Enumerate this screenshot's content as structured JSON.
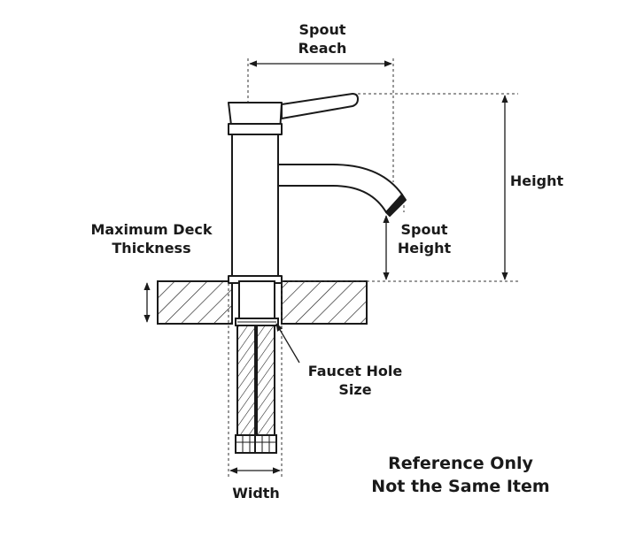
{
  "labels": {
    "spout_reach": [
      "Spout",
      "Reach"
    ],
    "height": "Height",
    "max_deck_thickness": [
      "Maximum Deck",
      "Thickness"
    ],
    "spout_height": [
      "Spout",
      "Height"
    ],
    "faucet_hole_size": [
      "Faucet Hole",
      "Size"
    ],
    "width": "Width",
    "disclaimer": [
      "Reference Only",
      "Not the Same Item"
    ]
  },
  "colors": {
    "line": "#1a1a1a",
    "dashed": "#333333",
    "background": "#ffffff"
  }
}
